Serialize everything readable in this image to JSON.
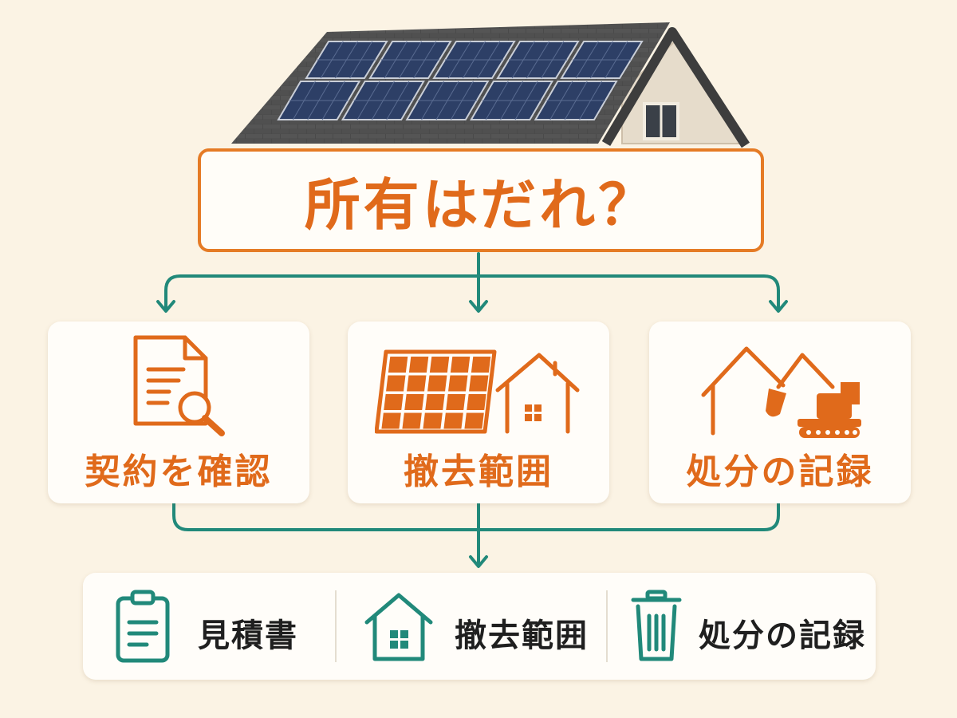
{
  "title": "所有はだれ？",
  "cards": [
    {
      "label": "契約を確認",
      "icon": "document-search-icon"
    },
    {
      "label": "撤去範囲",
      "icon": "solar-panel-house-icon"
    },
    {
      "label": "処分の記録",
      "icon": "excavator-demolition-icon"
    }
  ],
  "bottom": [
    {
      "label": "見積書",
      "icon": "clipboard-icon"
    },
    {
      "label": "撤去範囲",
      "icon": "house-icon"
    },
    {
      "label": "処分の記録",
      "icon": "trash-bin-icon"
    }
  ],
  "colors": {
    "orange": "#e06a1b",
    "teal": "#21897a",
    "background": "#fbf3e4",
    "roof": "#4a4a4a",
    "panel": "#2d3f66"
  }
}
